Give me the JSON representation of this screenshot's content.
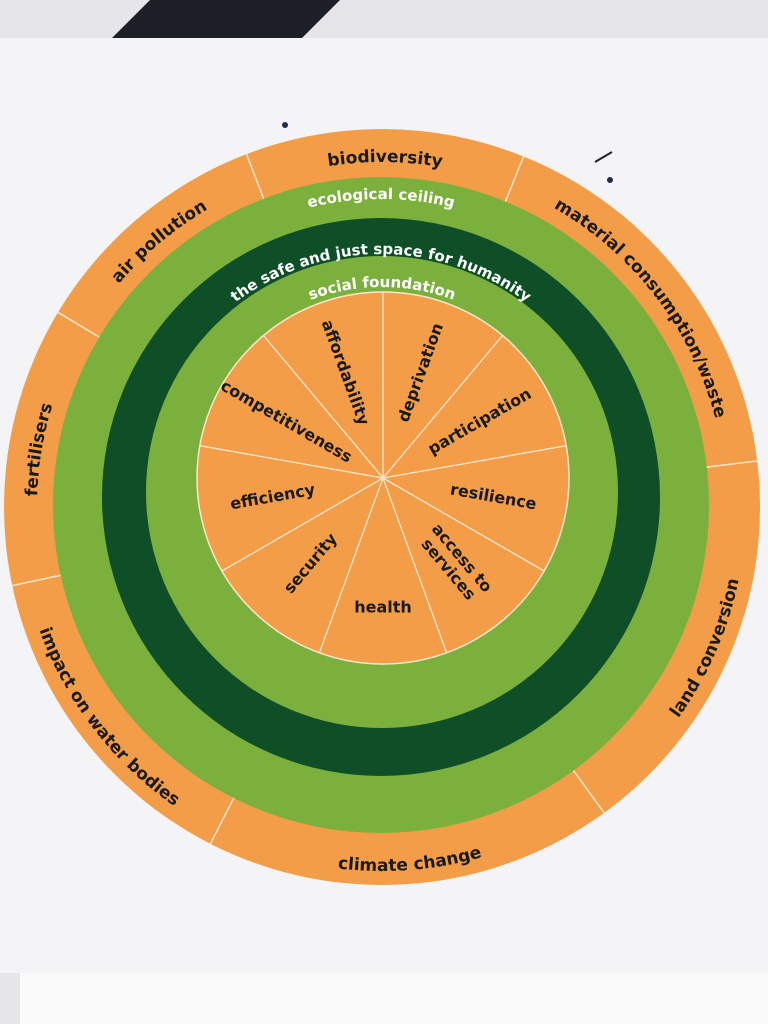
{
  "diagram": {
    "colors": {
      "orange": "#f39d48",
      "light_green": "#7cb03c",
      "dark_green": "#0e4f28",
      "divider": "#fbe6cf",
      "paper": "#f4f4f6"
    },
    "ring_labels": {
      "ecological_ceiling": "ecological ceiling",
      "safe_space": "the safe and just space for humanity",
      "social_foundation": "social foundation"
    },
    "ecological_ceiling_dimensions": [
      "biodiversity",
      "material consumption/waste",
      "land conversion",
      "climate change",
      "impact on water bodies",
      "fertilisers",
      "air pollution"
    ],
    "social_foundation_dimensions": [
      "deprivation",
      "participation",
      "resilience",
      "access to services",
      "health",
      "security",
      "efficiency",
      "competitiveness",
      "affordability"
    ]
  }
}
